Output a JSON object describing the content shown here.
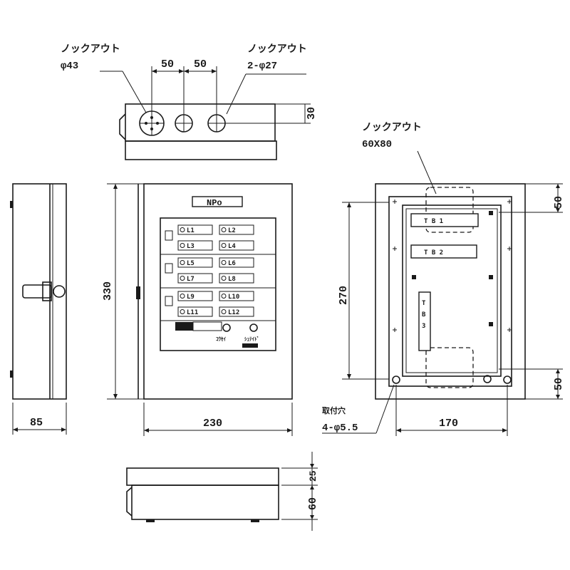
{
  "top_view": {
    "label_left_title": "ノックアウト",
    "label_left_value": "φ43",
    "label_right_title": "ノックアウト",
    "label_right_value": "2-φ27",
    "dim_spacing_1": "50",
    "dim_spacing_2": "50",
    "dim_depth": "30"
  },
  "front_view": {
    "nameplate": "NPo",
    "breakers": [
      "L1",
      "L2",
      "L3",
      "L4",
      "L5",
      "L6",
      "L7",
      "L8",
      "L9",
      "L10",
      "L11",
      "L12"
    ],
    "bottom_label_left": "ｺｳｾｲ",
    "bottom_label_right": "ｼｭﾃｲﾄﾞ",
    "dim_height": "330",
    "dim_width": "230"
  },
  "side_view": {
    "dim_depth": "85"
  },
  "rear_view": {
    "label_knockout_title": "ノックアウト",
    "label_knockout_value": "60X80",
    "terminal_1": "T B 1",
    "terminal_2": "T B 2",
    "terminal_3": [
      "T",
      "B",
      "3"
    ],
    "hole_label_title": "取付穴",
    "hole_label_value": "4-φ5.5",
    "dim_height": "270",
    "dim_width": "170",
    "dim_top": "50",
    "dim_bottom": "50"
  },
  "bottom_view": {
    "dim_upper": "25",
    "dim_lower": "60"
  }
}
